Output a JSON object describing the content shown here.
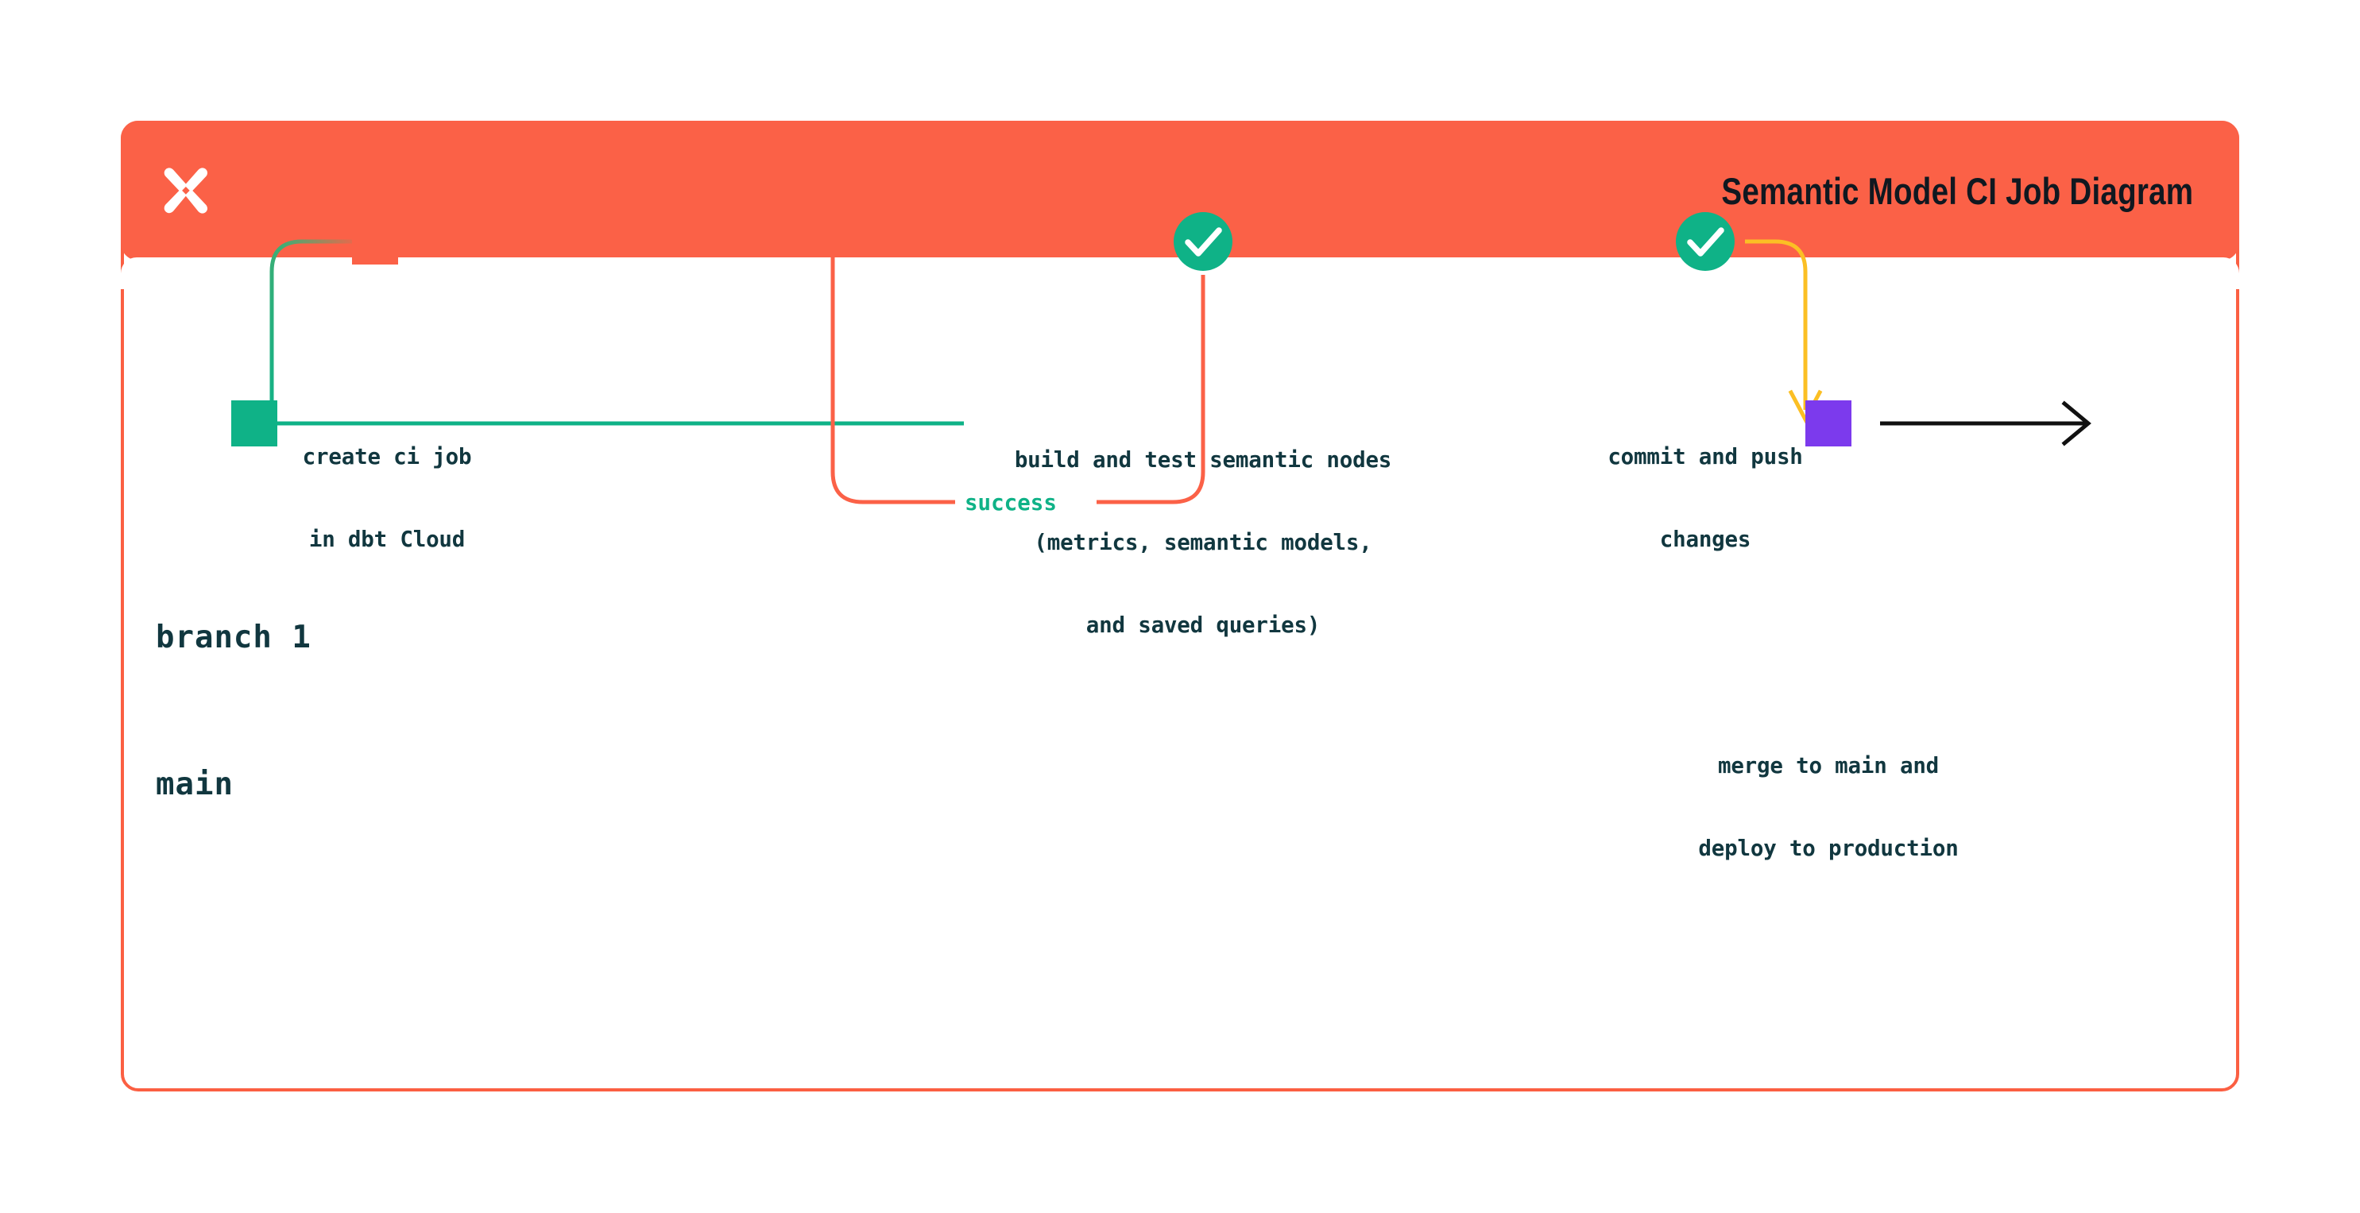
{
  "header": {
    "logo_icon": "dbt-logo-icon",
    "title": "Semantic Model CI Job Diagram",
    "background_color": "#fb6147",
    "title_color": "#101820"
  },
  "diagram": {
    "type": "git-branch-flow",
    "branches": [
      {
        "id": "branch-1",
        "label": "branch 1",
        "line_color_start": "#0fb287",
        "line_color_end": "#fb6147"
      },
      {
        "id": "main",
        "label": "main",
        "line_color": "#0fb287",
        "marker_color": "#0fb287"
      }
    ],
    "nodes": [
      {
        "id": "create-ci-job",
        "shape": "square",
        "color": "#fb6147",
        "branch": "branch-1",
        "label_lines": [
          "create ci job",
          "in dbt Cloud"
        ]
      },
      {
        "id": "build-and-test",
        "shape": "check-circle",
        "color": "#0fb287",
        "icon": "check-icon",
        "branch": "branch-1",
        "label_lines": [
          "build and test semantic nodes",
          "(metrics, semantic models,",
          "and saved queries)"
        ]
      },
      {
        "id": "commit-and-push",
        "shape": "check-circle",
        "color": "#0fb287",
        "icon": "check-icon",
        "branch": "branch-1",
        "label_lines": [
          "commit and push",
          "changes"
        ]
      },
      {
        "id": "merge-to-main",
        "shape": "square",
        "color": "#7c3aed",
        "branch": "main",
        "label_lines": [
          "merge to main and",
          "deploy to production"
        ]
      }
    ],
    "edges": [
      {
        "id": "success-loop",
        "label": "success",
        "label_color": "#0fb287",
        "line_color": "#fb6147",
        "from": "build-and-test",
        "to": "build-and-test",
        "arrow": "up"
      },
      {
        "id": "merge-edge",
        "line_color": "#fbbf24",
        "from": "commit-and-push",
        "to": "main",
        "arrow": "down"
      },
      {
        "id": "main-continues",
        "line_color": "#111111",
        "from": "merge-to-main",
        "to": "right",
        "arrow": "right"
      }
    ],
    "colors": {
      "green": "#0fb287",
      "orange": "#fb6147",
      "yellow": "#fbbf24",
      "purple": "#7c3aed",
      "text": "#11373f",
      "black": "#111111"
    }
  }
}
